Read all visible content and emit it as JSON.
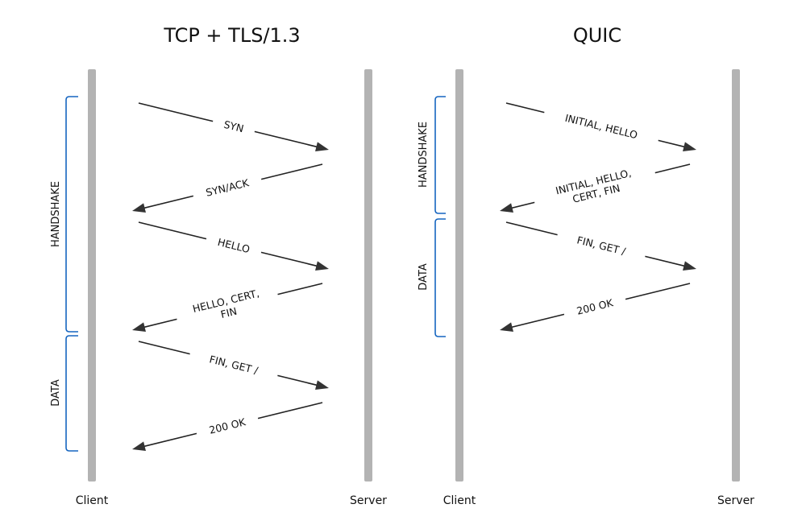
{
  "diagrams": [
    {
      "title": "TCP + TLS/1.3",
      "client_label": "Client",
      "server_label": "Server",
      "phases": [
        {
          "label": "HANDSHAKE"
        },
        {
          "label": "DATA"
        }
      ],
      "messages": [
        {
          "from": "client",
          "to": "server",
          "lines": [
            "SYN"
          ]
        },
        {
          "from": "server",
          "to": "client",
          "lines": [
            "SYN/ACK"
          ]
        },
        {
          "from": "client",
          "to": "server",
          "lines": [
            "HELLO"
          ]
        },
        {
          "from": "server",
          "to": "client",
          "lines": [
            "HELLO, CERT,",
            "FIN"
          ]
        },
        {
          "from": "client",
          "to": "server",
          "lines": [
            "FIN, GET /"
          ]
        },
        {
          "from": "server",
          "to": "client",
          "lines": [
            "200 OK"
          ]
        }
      ]
    },
    {
      "title": "QUIC",
      "client_label": "Client",
      "server_label": "Server",
      "phases": [
        {
          "label": "HANDSHAKE"
        },
        {
          "label": "DATA"
        }
      ],
      "messages": [
        {
          "from": "client",
          "to": "server",
          "lines": [
            "INITIAL, HELLO"
          ]
        },
        {
          "from": "server",
          "to": "client",
          "lines": [
            "INITIAL, HELLO,",
            "CERT, FIN"
          ]
        },
        {
          "from": "client",
          "to": "server",
          "lines": [
            "FIN, GET /"
          ]
        },
        {
          "from": "server",
          "to": "client",
          "lines": [
            "200 OK"
          ]
        }
      ]
    }
  ],
  "colors": {
    "lifeline": "#b3b3b3",
    "bracket": "#1565c0",
    "arrow": "#222222"
  }
}
